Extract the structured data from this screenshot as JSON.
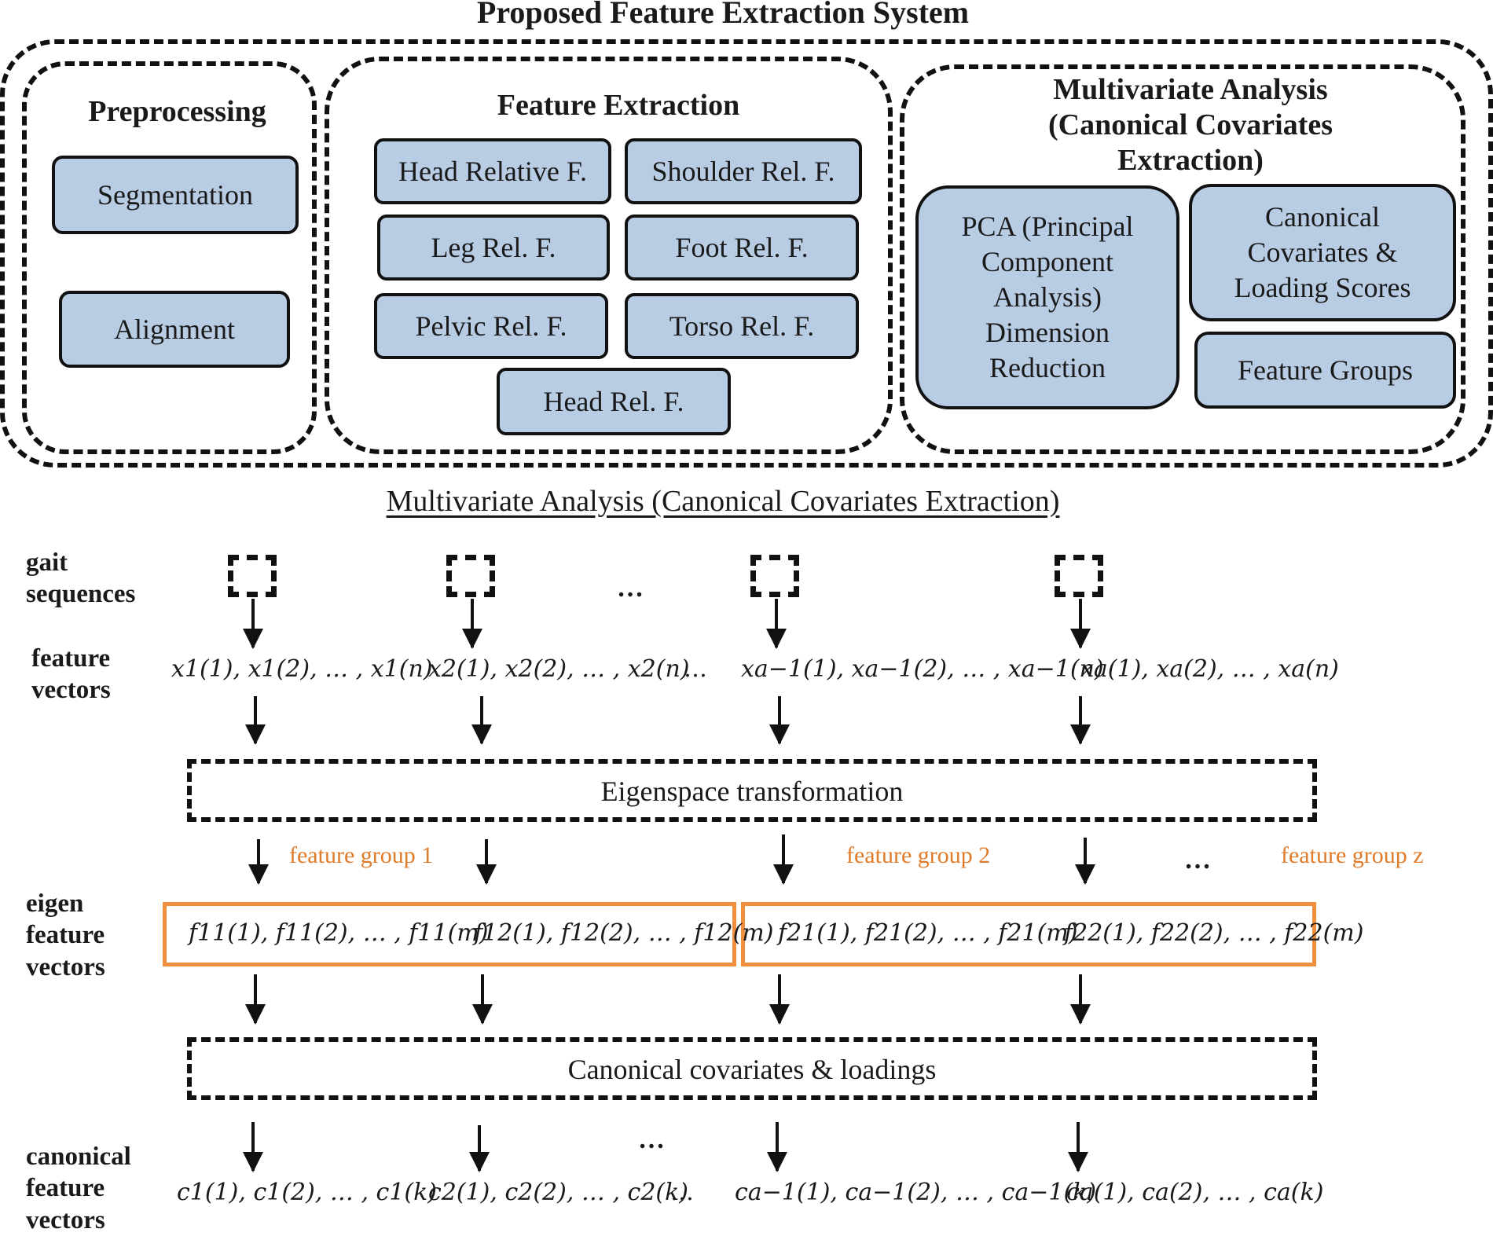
{
  "title": "Proposed Feature Extraction System",
  "preprocessing": {
    "heading": "Preprocessing",
    "items": [
      "Segmentation",
      "Alignment"
    ]
  },
  "feature_extraction": {
    "heading": "Feature Extraction",
    "items": [
      "Head Relative F.",
      "Shoulder Rel. F.",
      "Leg Rel. F.",
      "Foot Rel. F.",
      "Pelvic Rel. F.",
      "Torso Rel. F.",
      "Head Rel. F."
    ]
  },
  "multivariate": {
    "heading": "Multivariate Analysis (Canonical Covariates Extraction)",
    "pca": "PCA (Principal Component Analysis) Dimension Reduction",
    "canonical": "Canonical Covariates & Loading Scores",
    "groups": "Feature Groups"
  },
  "section_title": "Multivariate Analysis (Canonical Covariates Extraction)",
  "row_labels": {
    "gait": "gait sequences",
    "feature": "feature vectors",
    "eigen": "eigen feature vectors",
    "canonical": "canonical feature vectors"
  },
  "feature_vectors": [
    "x1(1), x1(2), … , x1(n)",
    "x2(1), x2(2), … , x2(n)",
    "xa−1(1), xa−1(2), … , xa−1(n)",
    "xa(1), xa(2), … , xa(n)"
  ],
  "eigenspace": "Eigenspace transformation",
  "groups": [
    "feature group 1",
    "feature group 2",
    "feature group z"
  ],
  "eigen_vectors": [
    "f11(1), f11(2), … , f11(m)",
    "f12(1), f12(2), … , f12(m)",
    "f21(1), f21(2), … , f21(m)",
    "f22(1), f22(2), … , f22(m)"
  ],
  "canonical_box": "Canonical covariates & loadings",
  "canonical_vectors": [
    "c1(1), c1(2), … , c1(k)",
    "c2(1), c2(2), … , c2(k)",
    "ca−1(1), ca−1(2), … , ca−1(k)",
    "ca(1), ca(2), … , ca(k)"
  ],
  "ellipsis": "…",
  "colors": {
    "box_fill": "#b8cce4",
    "group_orange": "#f0903f"
  }
}
